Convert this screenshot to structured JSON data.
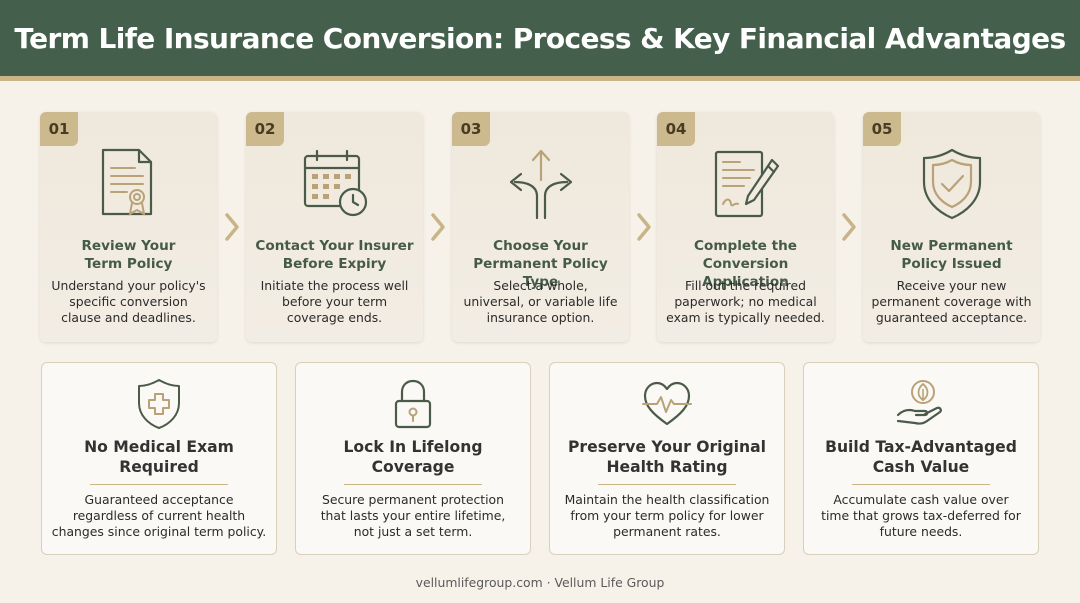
{
  "header": {
    "title": "Term Life Insurance Conversion: Process & Key Financial Advantages"
  },
  "steps": [
    {
      "number": "01",
      "title_line1": "Review Your",
      "title_line2": "Term Policy",
      "desc_line1": "Understand your policy's",
      "desc_line2": "specific conversion",
      "desc_line3": "clause and deadlines.",
      "icon": "document-certificate-icon"
    },
    {
      "number": "02",
      "title_line1": "Contact Your Insurer",
      "title_line2": "Before Expiry",
      "desc_line1": "Initiate the process well",
      "desc_line2": "before your term",
      "desc_line3": "coverage ends.",
      "icon": "calendar-clock-icon"
    },
    {
      "number": "03",
      "title_line1": "Choose Your",
      "title_line2": "Permanent Policy Type",
      "desc_line1": "Select a whole,",
      "desc_line2": "universal, or variable life",
      "desc_line3": "insurance option.",
      "icon": "branching-arrows-icon"
    },
    {
      "number": "04",
      "title_line1": "Complete the",
      "title_line2": "Conversion Application",
      "desc_line1": "Fill out the required",
      "desc_line2": "paperwork; no medical",
      "desc_line3": "exam is typically needed.",
      "icon": "form-pen-icon"
    },
    {
      "number": "05",
      "title_line1": "New Permanent",
      "title_line2": "Policy Issued",
      "desc_line1": "Receive your new",
      "desc_line2": "permanent coverage with",
      "desc_line3": "guaranteed acceptance.",
      "icon": "shield-check-icon"
    }
  ],
  "benefits": [
    {
      "title_line1": "No Medical Exam",
      "title_line2": "Required",
      "desc_line1": "Guaranteed acceptance",
      "desc_line2": "regardless of current health",
      "desc_line3": "changes since original term policy.",
      "icon": "shield-cross-icon"
    },
    {
      "title_line1": "Lock In Lifelong",
      "title_line2": "Coverage",
      "desc_line1": "Secure permanent protection",
      "desc_line2": "that lasts your entire lifetime,",
      "desc_line3": "not just a set term.",
      "icon": "padlock-icon"
    },
    {
      "title_line1": "Preserve Your Original",
      "title_line2": "Health Rating",
      "desc_line1": "Maintain the health classification",
      "desc_line2": "from your term policy for lower",
      "desc_line3": "permanent rates.",
      "icon": "heart-pulse-icon"
    },
    {
      "title_line1": "Build Tax-Advantaged",
      "title_line2": "Cash Value",
      "desc_line1": "Accumulate cash value over",
      "desc_line2": "time that grows tax-deferred for",
      "desc_line3": "future needs.",
      "icon": "hand-leaf-icon"
    }
  ],
  "footer": {
    "text": "vellumlifegroup.com · Vellum Life Group"
  },
  "colors": {
    "header_bg": "#44604c",
    "accent_gold": "#c9b487",
    "step_title": "#455b47",
    "icon_stroke": "#4b5b4a"
  }
}
